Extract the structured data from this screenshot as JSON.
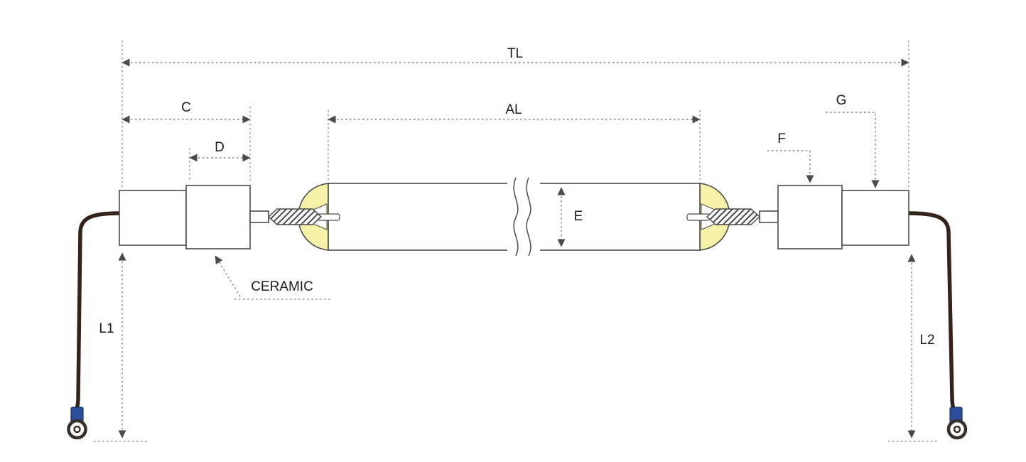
{
  "diagram": {
    "name": "infrared-lamp-dimension-drawing",
    "labels": {
      "tl": "TL",
      "c": "C",
      "d": "D",
      "al": "AL",
      "e": "E",
      "f": "F",
      "g": "G",
      "l1": "L1",
      "l2": "L2",
      "ceramic": "CERAMIC"
    },
    "colors": {
      "background": "#ffffff",
      "outline": "#4a4a4a",
      "dimension_line": "#808080",
      "arrow": "#4a4a4a",
      "label_text": "#1c1c1c",
      "dome_fill": "#f6f1a8",
      "wire": "#33231a",
      "terminal_sleeve_blue": "#2d4f9b"
    }
  }
}
